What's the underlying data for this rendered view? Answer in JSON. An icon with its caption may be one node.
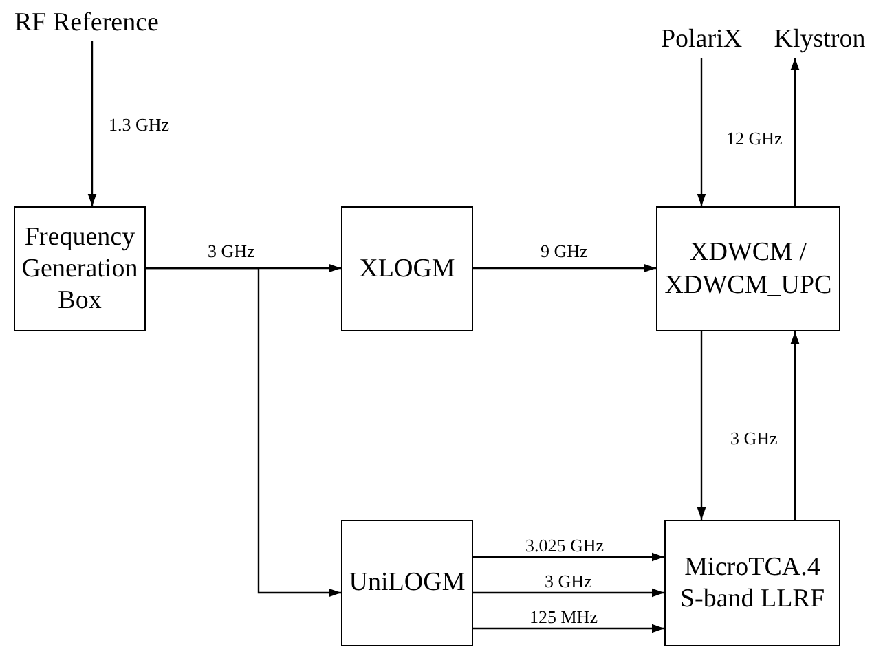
{
  "diagram": {
    "nodes": [
      {
        "text": [
          "RF Reference"
        ]
      },
      {
        "text": [
          "Frequency Generation Box"
        ]
      },
      {
        "text": [
          "XLOGM"
        ]
      },
      {
        "text": [
          "PolariX"
        ]
      },
      {
        "text": [
          "Klystron"
        ]
      },
      {
        "text": [
          "XDWCM / XDWCM_UPC"
        ]
      },
      {
        "text": [
          "UniLOGM"
        ]
      },
      {
        "text": [
          "MicroTCA.4 S-band LLRF"
        ]
      }
    ],
    "edges": [
      {
        "from": 0,
        "to": 1,
        "arrow": "to",
        "label": "1.3 GHz"
      },
      {
        "from": 1,
        "to": 2,
        "arrow": "to",
        "label": "3 GHz"
      },
      {
        "from": 1,
        "to": 6,
        "arrow": "to"
      },
      {
        "from": 2,
        "to": 5,
        "arrow": "to",
        "label": "9 GHz"
      },
      {
        "from": 3,
        "to": 5,
        "arrow": "to",
        "label": "12 GHz"
      },
      {
        "from": 5,
        "to": 4,
        "arrow": "to"
      },
      {
        "from": 5,
        "to": 7,
        "arrow": "to",
        "label": "3 GHz"
      },
      {
        "from": 7,
        "to": 5,
        "arrow": "to"
      },
      {
        "from": 6,
        "to": 7,
        "arrow": "to",
        "label": "3.025 GHz"
      },
      {
        "from": 6,
        "to": 7,
        "arrow": "to",
        "label": "3 GHz"
      },
      {
        "from": 6,
        "to": 7,
        "arrow": "to",
        "label": "125 MHz"
      }
    ]
  }
}
